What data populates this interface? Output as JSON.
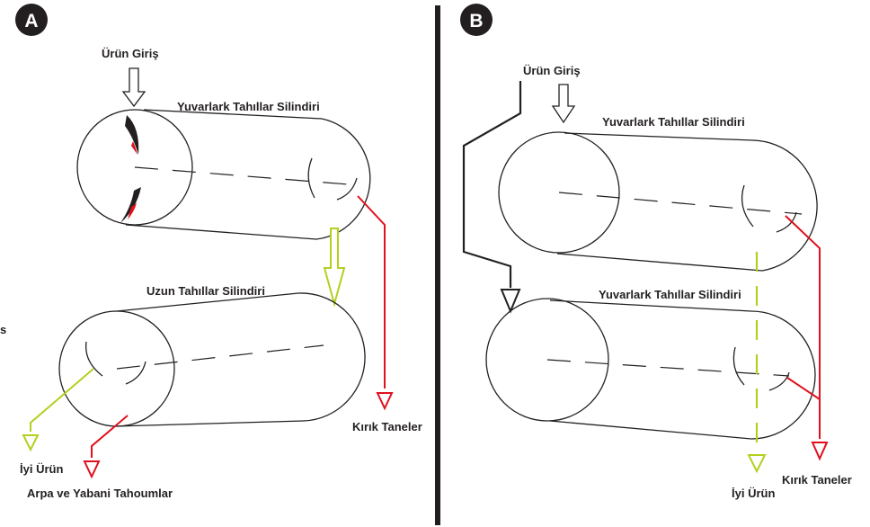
{
  "panels": {
    "a": {
      "badge": "A",
      "inlet_label": "Ürün Giriş",
      "cylinder_top_label": "Yuvarlark Tahıllar Silindiri",
      "cylinder_bottom_label": "Uzun Tahıllar Silindiri",
      "broken_label": "Kırık Taneler",
      "good_label": "İyi Ürün",
      "barley_label": "Arpa ve Yabani Tahoumlar"
    },
    "b": {
      "badge": "B",
      "inlet_label": "Ürün Giriş",
      "cylinder_top_label": "Yuvarlark Tahıllar Silindiri",
      "cylinder_bottom_label": "Yuvarlark Tahıllar Silindiri",
      "broken_label": "Kırık Taneler",
      "good_label": "İyi Ürün"
    },
    "edge_text": "s"
  },
  "colors": {
    "outline": "#231f20",
    "broken_stream": "#e0101d",
    "good_stream": "#b5cf1f",
    "badge": "#231f20",
    "divider": "#231f20"
  }
}
